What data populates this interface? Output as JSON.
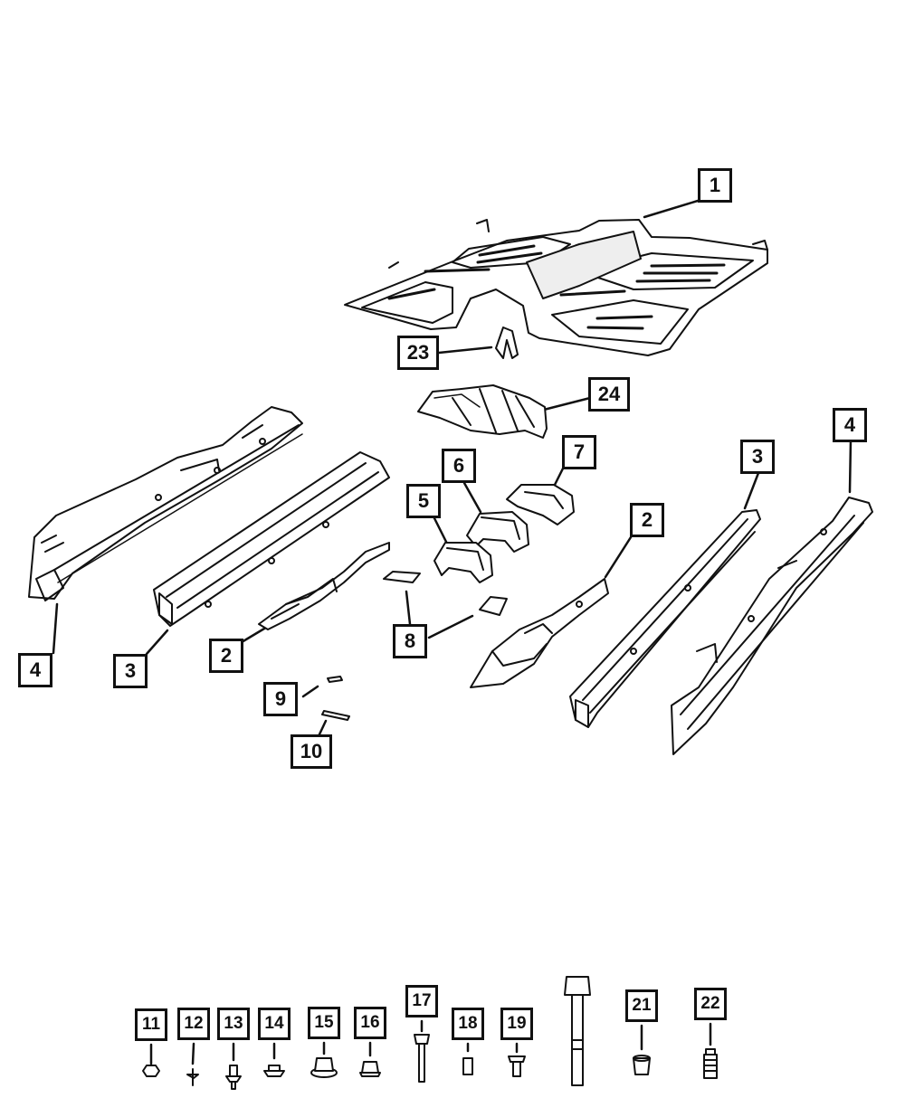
{
  "callouts": {
    "c1": "1",
    "c2a": "2",
    "c2b": "2",
    "c3a": "3",
    "c3b": "3",
    "c4a": "4",
    "c4b": "4",
    "c5": "5",
    "c6": "6",
    "c7": "7",
    "c8": "8",
    "c9": "9",
    "c10": "10",
    "c11": "11",
    "c12": "12",
    "c13": "13",
    "c14": "14",
    "c15": "15",
    "c16": "16",
    "c17": "17",
    "c18": "18",
    "c19": "19",
    "c21": "21",
    "c22": "22",
    "c23": "23",
    "c24": "24"
  },
  "parts": [
    {
      "ref": "1",
      "part": "floor-pan"
    },
    {
      "ref": "2",
      "part": "crossmember"
    },
    {
      "ref": "3",
      "part": "sill-rail"
    },
    {
      "ref": "4",
      "part": "side-rail"
    },
    {
      "ref": "5",
      "part": "bracket"
    },
    {
      "ref": "6",
      "part": "bracket"
    },
    {
      "ref": "7",
      "part": "bracket"
    },
    {
      "ref": "8",
      "part": "plate"
    },
    {
      "ref": "9",
      "part": "clip"
    },
    {
      "ref": "10",
      "part": "strip"
    },
    {
      "ref": "11",
      "part": "nut"
    },
    {
      "ref": "12",
      "part": "screw"
    },
    {
      "ref": "13",
      "part": "stud"
    },
    {
      "ref": "14",
      "part": "flange-nut"
    },
    {
      "ref": "15",
      "part": "flange-nut"
    },
    {
      "ref": "16",
      "part": "nut"
    },
    {
      "ref": "17",
      "part": "bolt"
    },
    {
      "ref": "18",
      "part": "pin"
    },
    {
      "ref": "19",
      "part": "bolt"
    },
    {
      "ref": "21",
      "part": "rivet-nut"
    },
    {
      "ref": "22",
      "part": "stud"
    },
    {
      "ref": "23",
      "part": "clip"
    },
    {
      "ref": "24",
      "part": "heat-shield"
    }
  ],
  "colors": {
    "line": "#111111",
    "paper": "#ffffff",
    "shade": "#d9d9d9"
  }
}
